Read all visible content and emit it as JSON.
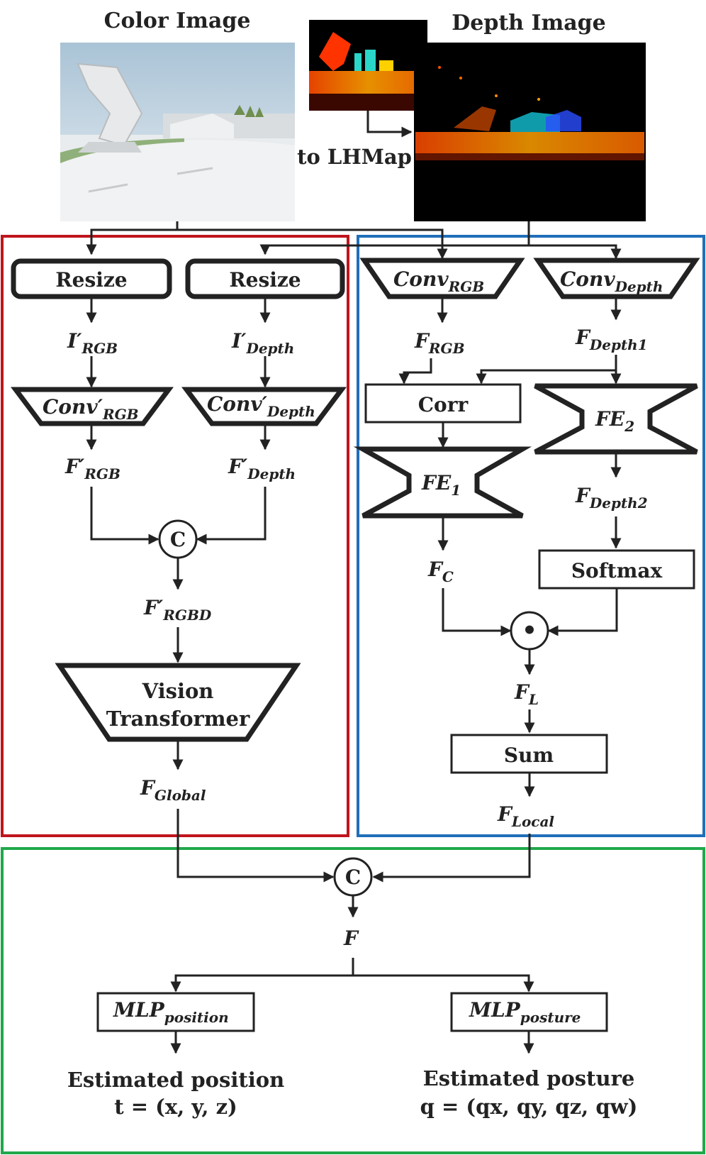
{
  "inputs": {
    "color_title": "Color Image",
    "depth_title": "Depth Image",
    "conversion_label": "to LHMap"
  },
  "global_branch": {
    "resize_rgb": "Resize",
    "resize_depth": "Resize",
    "i_rgb": {
      "base": "I′",
      "sub": "RGB"
    },
    "i_depth": {
      "base": "I′",
      "sub": "Depth"
    },
    "conv_rgb": {
      "base": "Conv′",
      "sub": "RGB"
    },
    "conv_depth": {
      "base": "Conv′",
      "sub": "Depth"
    },
    "f_rgb": {
      "base": "F′",
      "sub": "RGB"
    },
    "f_depth": {
      "base": "F′",
      "sub": "Depth"
    },
    "concat": "C",
    "f_rgbd": {
      "base": "F′",
      "sub": "RGBD"
    },
    "vit_line1": "Vision",
    "vit_line2": "Transformer",
    "f_global": {
      "base": "F",
      "sub": "Global"
    }
  },
  "local_branch": {
    "conv_rgb": {
      "base": "Conv",
      "sub": "RGB"
    },
    "conv_depth": {
      "base": "Conv",
      "sub": "Depth"
    },
    "f_rgb": {
      "base": "F",
      "sub": "RGB"
    },
    "f_depth1": {
      "base": "F",
      "sub": "Depth1"
    },
    "corr": "Corr",
    "fe1": {
      "base": "FE",
      "sub": "1"
    },
    "fe2": {
      "base": "FE",
      "sub": "2"
    },
    "f_depth2": {
      "base": "F",
      "sub": "Depth2"
    },
    "softmax": "Softmax",
    "f_c": {
      "base": "F",
      "sub": "C"
    },
    "mult": "•",
    "f_l": {
      "base": "F",
      "sub": "L"
    },
    "sum": "Sum",
    "f_local": {
      "base": "F",
      "sub": "Local"
    }
  },
  "head": {
    "concat": "C",
    "f": "F",
    "mlp_position": {
      "base": "MLP",
      "sub": "position"
    },
    "mlp_posture": {
      "base": "MLP",
      "sub": "posture"
    },
    "out_position_title": "Estimated position",
    "out_position_eq": "t = (x, y, z)",
    "out_posture_title": "Estimated posture",
    "out_posture_eq": "q = (qx, qy, qz, qw)"
  },
  "colors": {
    "global_frame": "#c0141c",
    "local_frame": "#1f6fba",
    "head_frame": "#1fa84a"
  }
}
